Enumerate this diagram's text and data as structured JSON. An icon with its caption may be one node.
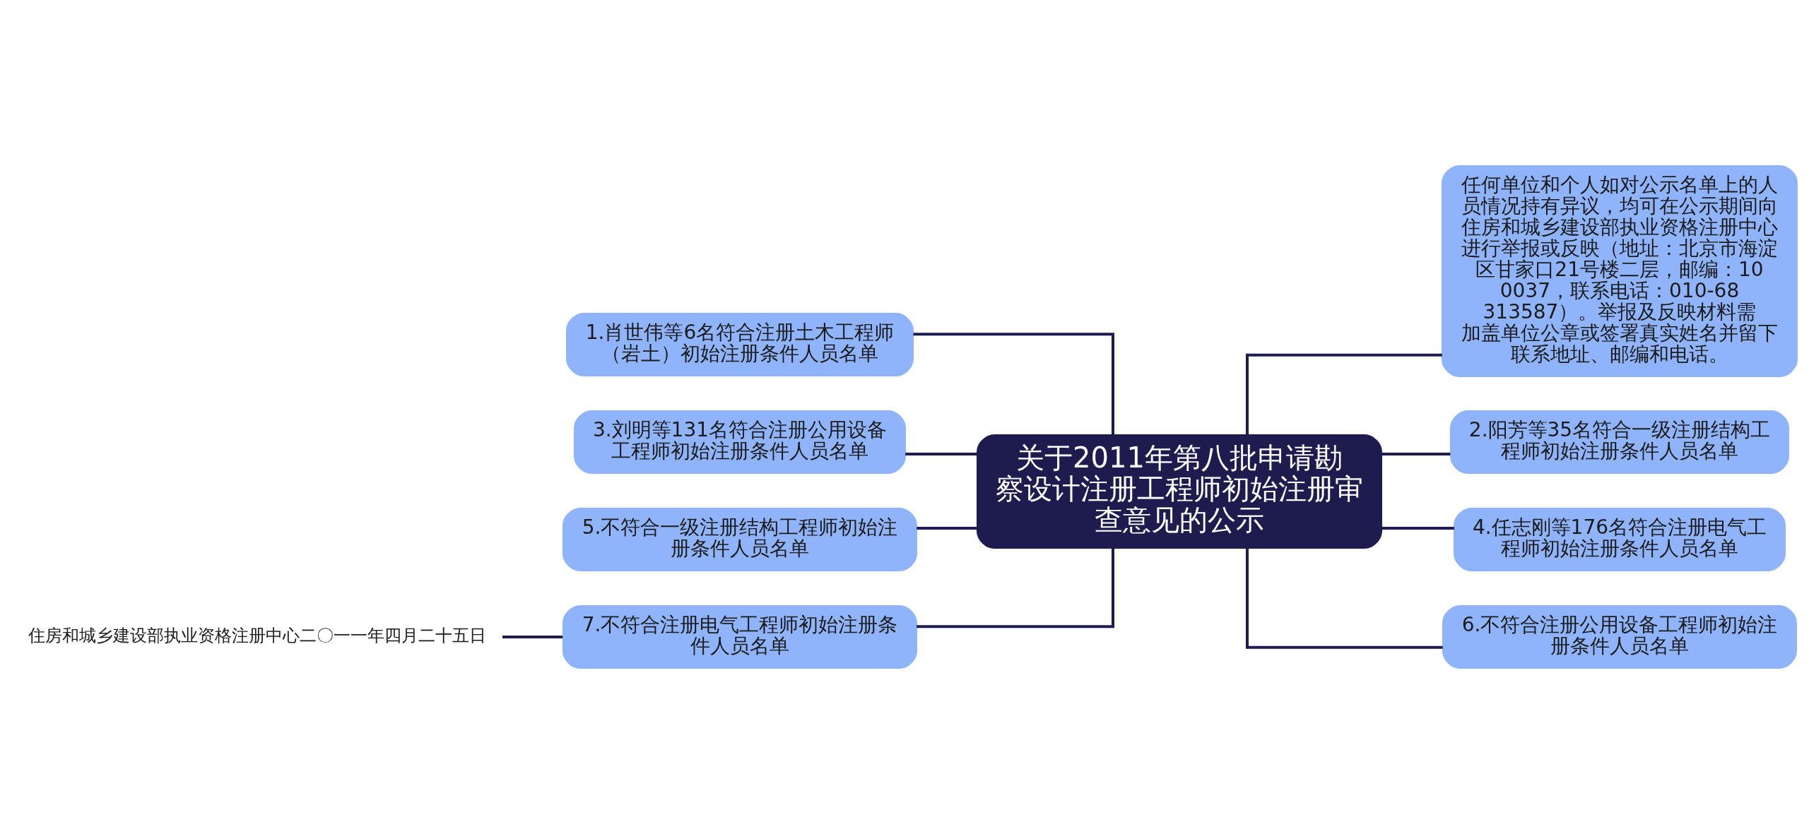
{
  "diagram": {
    "nodes": [
      {
        "text": [
          "关于2011年第八批申请勘察设计注册工程师初始注册审查意见的公示"
        ]
      },
      {
        "text": [
          "1.肖世伟等6名符合注册土木工程师（岩土）初始注册条件人员名单"
        ]
      },
      {
        "text": [
          "3.刘明等131名符合注册公用设备工程师初始注册条件人员名单"
        ]
      },
      {
        "text": [
          "5.不符合一级注册结构工程师初始注册条件人员名单"
        ]
      },
      {
        "text": [
          "7.不符合注册电气工程师初始注册条件人员名单"
        ]
      },
      {
        "text": [
          "住房和城乡建设部执业资格注册中心二〇一一年四月二十五日"
        ]
      },
      {
        "text": [
          "任何单位和个人如对公示名单上的人员情况持有异议，均可在公示期间向住房和城乡建设部执业资格注册中心进行举报或反映（地址：北京市海淀区甘家口21号楼二层，邮编：100037，联系电话：010-68313587）。举报及反映材料需加盖单位公章或签署真实姓名并留下联系地址、邮编和电话。"
        ]
      },
      {
        "text": [
          "2.阳芳等35名符合一级注册结构工程师初始注册条件人员名单"
        ]
      },
      {
        "text": [
          "4.任志刚等176名符合注册电气工程师初始注册条件人员名单"
        ]
      },
      {
        "text": [
          "6.不符合注册公用设备工程师初始注册条件人员名单"
        ]
      }
    ],
    "edges": [
      {
        "from": 0,
        "to": 1,
        "arrow": "none"
      },
      {
        "from": 0,
        "to": 2,
        "arrow": "none"
      },
      {
        "from": 0,
        "to": 3,
        "arrow": "none"
      },
      {
        "from": 0,
        "to": 4,
        "arrow": "none"
      },
      {
        "from": 4,
        "to": 5,
        "arrow": "none"
      },
      {
        "from": 0,
        "to": 6,
        "arrow": "none"
      },
      {
        "from": 0,
        "to": 7,
        "arrow": "none"
      },
      {
        "from": 0,
        "to": 8,
        "arrow": "none"
      },
      {
        "from": 0,
        "to": 9,
        "arrow": "none"
      }
    ]
  }
}
